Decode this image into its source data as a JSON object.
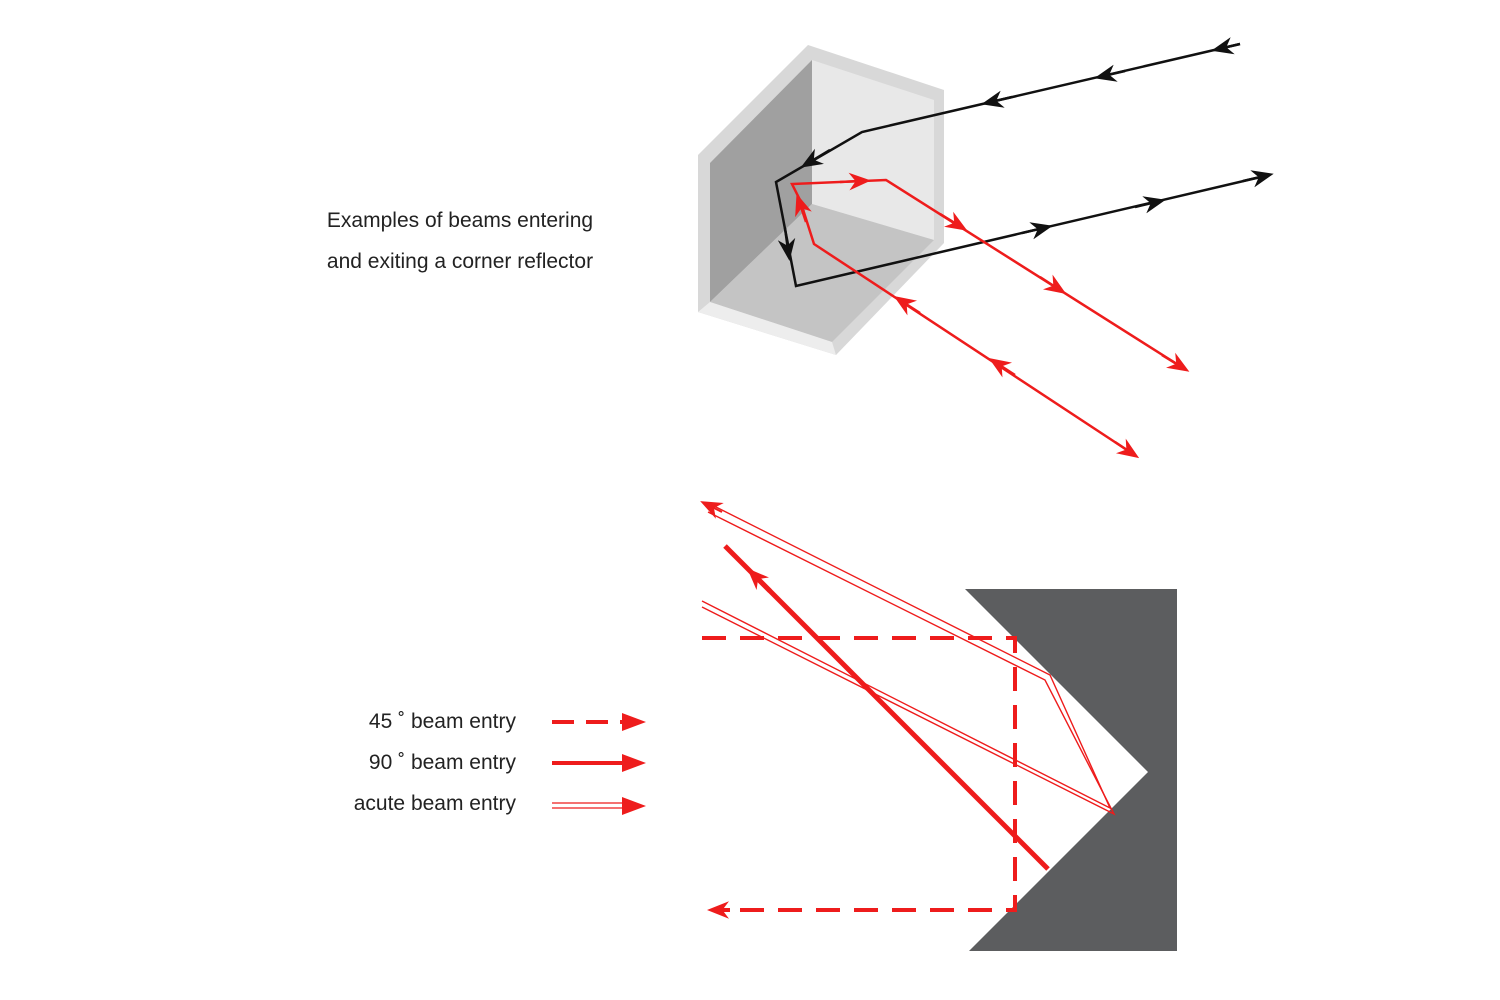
{
  "caption": {
    "line1": "Examples of beams entering",
    "line2": "and exiting a corner reflector"
  },
  "legend": {
    "items": [
      {
        "label": "45 ˚ beam entry",
        "style": "dashed"
      },
      {
        "label": "90 ˚ beam entry",
        "style": "solid"
      },
      {
        "label": "acute beam entry",
        "style": "double"
      }
    ]
  },
  "colors": {
    "beam_red": "#ee1c1c",
    "beam_black": "#111111",
    "reflector_dark": "#5c5d5f",
    "reflector_face_dark": "#a0a0a0",
    "reflector_face_mid": "#c4c4c4",
    "reflector_face_light": "#e8e8e8",
    "reflector_edge": "#d6d6d6"
  }
}
